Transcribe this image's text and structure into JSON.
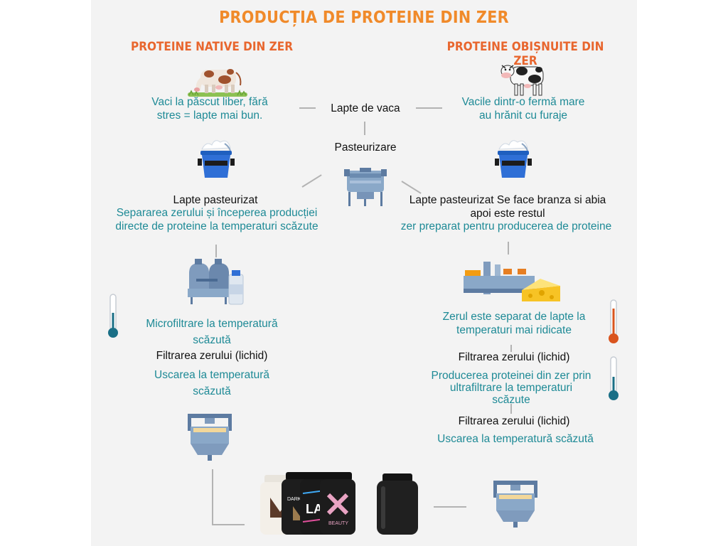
{
  "title": "PRODUCȚIA DE PROTEINE DIN ZER",
  "left_header": "PROTEINE NATIVE DIN ZER",
  "right_header": "PROTEINE OBIȘNUITE DIN ZER",
  "center": {
    "milk": "Lapte de vaca",
    "pasteurization": "Pasteurizare"
  },
  "left": {
    "cows": [
      "Vaci la păscut liber, fără",
      "stres = lapte mai bun."
    ],
    "pasteurized": "Lapte pasteurizat",
    "separation": [
      "Separarea zerului și începerea producției",
      "directe de proteine la temperaturi scăzute"
    ],
    "microfiltration": [
      "Microfiltrare la temperatură",
      "scăzută"
    ],
    "filtration": "Filtrarea zerului (lichid)",
    "drying": [
      "Uscarea la temperatură",
      "scăzută"
    ]
  },
  "right": {
    "cows": [
      "Vacile dintr-o fermă mare",
      "au hrănit cu furaje"
    ],
    "pasteurized": [
      "Lapte pasteurizat Se face branza si abia",
      "apoi este restul"
    ],
    "prepared": "zer preparat pentru producerea de proteine",
    "separated": [
      "Zerul este separat de lapte la",
      "temperaturi mai ridicate"
    ],
    "filtration1": "Filtrarea zerului (lichid)",
    "ultrafiltration": [
      "Producerea proteinei din zer prin",
      "ultrafiltrare la temperaturi",
      "scăzute"
    ],
    "filtration2": "Filtrarea zerului (lichid)",
    "drying": "Uscarea la temperatură scăzută"
  },
  "products": {
    "jar1_label": "DARK K",
    "jar2_label": "LAU",
    "jar3_label": "BEAUTY"
  },
  "colors": {
    "title": "#f08a2a",
    "headers": "#e8662e",
    "teal_text": "#1e8a96",
    "connectors": "#b3b3b3",
    "bucket": "#2f6fd6"
  },
  "icons": [
    "grazing-cow-icon",
    "farm-cow-icon",
    "milk-bucket-icon",
    "pasteurizer-icon",
    "dairy-tanks-icon",
    "cheese-factory-icon",
    "thermometer-cold-icon",
    "thermometer-hot-icon",
    "drying-vat-icon",
    "protein-jar-icon"
  ]
}
